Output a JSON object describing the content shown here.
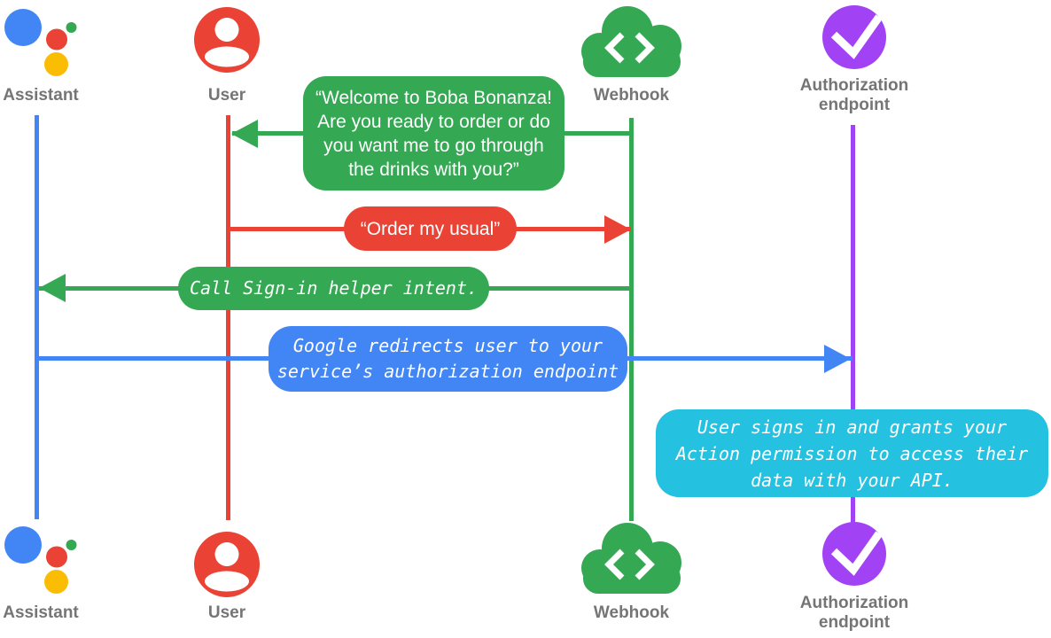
{
  "colors": {
    "blue": "#4285F4",
    "red": "#EA4335",
    "green": "#34A853",
    "yellow": "#FBBC04",
    "purple": "#A142F4",
    "cyan": "#24C1E0",
    "gray": "#757575"
  },
  "actors": [
    {
      "id": "assistant",
      "label": "Assistant",
      "icon": "google-assistant-icon",
      "color": "#4285F4"
    },
    {
      "id": "user",
      "label": "User",
      "icon": "user-icon",
      "color": "#EA4335"
    },
    {
      "id": "webhook",
      "label": "Webhook",
      "icon": "cloud-code-icon",
      "color": "#34A853"
    },
    {
      "id": "authorization",
      "label": "Authorization\nendpoint",
      "icon": "check-circle-icon",
      "color": "#A142F4"
    }
  ],
  "messages": [
    {
      "id": "welcome",
      "from": "webhook",
      "to": "user",
      "style": "speech",
      "color": "#34A853",
      "text": "“Welcome to Boba Bonanza!\nAre you ready to order or do\nyou want me to go through\nthe drinks with you?”"
    },
    {
      "id": "order",
      "from": "user",
      "to": "webhook",
      "style": "speech",
      "color": "#EA4335",
      "text": "“Order my usual”"
    },
    {
      "id": "signin",
      "from": "webhook",
      "to": "assistant",
      "style": "code",
      "color": "#34A853",
      "text": "Call Sign-in helper intent."
    },
    {
      "id": "redirect",
      "from": "assistant",
      "to": "authorization",
      "style": "code",
      "color": "#4285F4",
      "text": "Google redirects user to your\nservice’s authorization endpoint"
    },
    {
      "id": "grants",
      "at": "authorization",
      "style": "code",
      "color": "#24C1E0",
      "text": "User signs in and grants your\nAction permission to access their\ndata with your API."
    }
  ]
}
